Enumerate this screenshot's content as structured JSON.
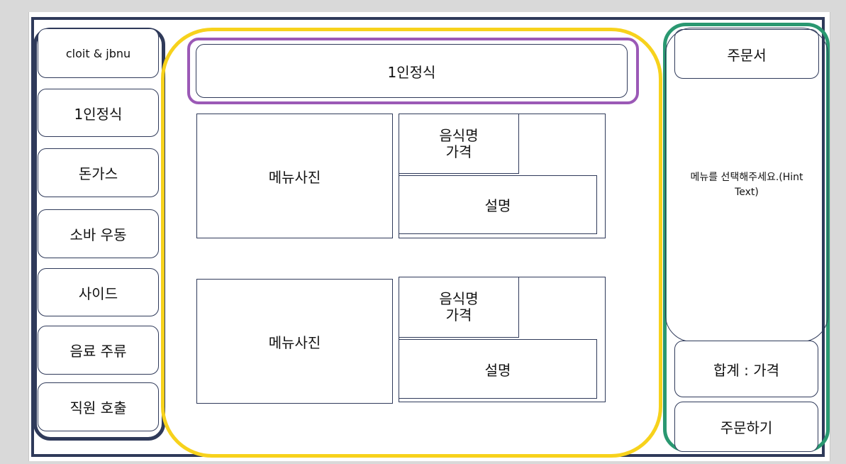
{
  "nav": {
    "items": [
      {
        "label": "cloit & jbnu"
      },
      {
        "label": "1인정식"
      },
      {
        "label": "돈가스"
      },
      {
        "label": "소바 우동"
      },
      {
        "label": "사이드"
      },
      {
        "label": "음료 주류"
      },
      {
        "label": "직원 호출"
      }
    ]
  },
  "main": {
    "category_title": "1인정식",
    "menu_items": [
      {
        "photo": "메뉴사진",
        "name": "음식명",
        "price": "가격",
        "description": "설명"
      },
      {
        "photo": "메뉴사진",
        "name": "음식명",
        "price": "가격",
        "description": "설명"
      }
    ]
  },
  "order": {
    "title": "주문서",
    "hint": "메뉴를 선택해주세요.(Hint Text)",
    "total": "합계 : 가격",
    "submit": "주문하기"
  },
  "colors": {
    "frame": "#2f3a5a",
    "nav_group": "#2f3a5a",
    "main_group": "#f7d21c",
    "order_group": "#2a9871",
    "title_group": "#9b59b6"
  }
}
